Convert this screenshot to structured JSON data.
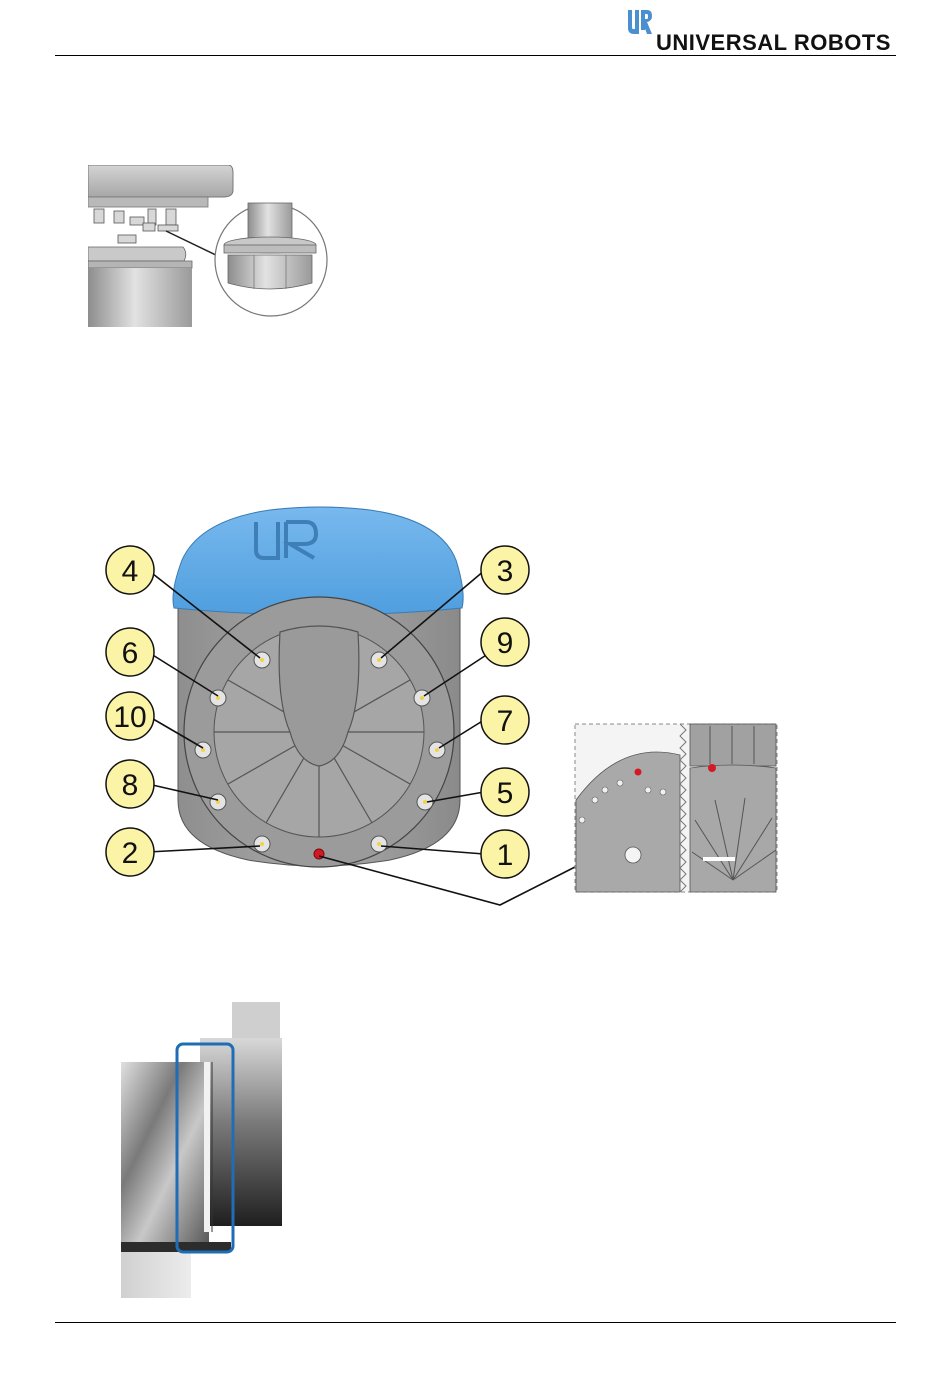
{
  "header": {
    "brand_name": "UNIVERSAL ROBOTS",
    "logo_letters": "UR",
    "logo_color": "#4a8fd0"
  },
  "figures": {
    "flange_nut_detail": {
      "icon": "nut-washer-detail"
    },
    "joint_bolt_sequence": {
      "cover_logo": "UR",
      "cover_color": "#5aa9e6",
      "callout_fill": "#fbf4a6",
      "marker_color": "#d31a24",
      "callouts": [
        "4",
        "3",
        "6",
        "9",
        "10",
        "7",
        "8",
        "5",
        "2",
        "1"
      ]
    },
    "joint_gap_detail": {
      "highlight_color": "#1f6db5"
    }
  }
}
